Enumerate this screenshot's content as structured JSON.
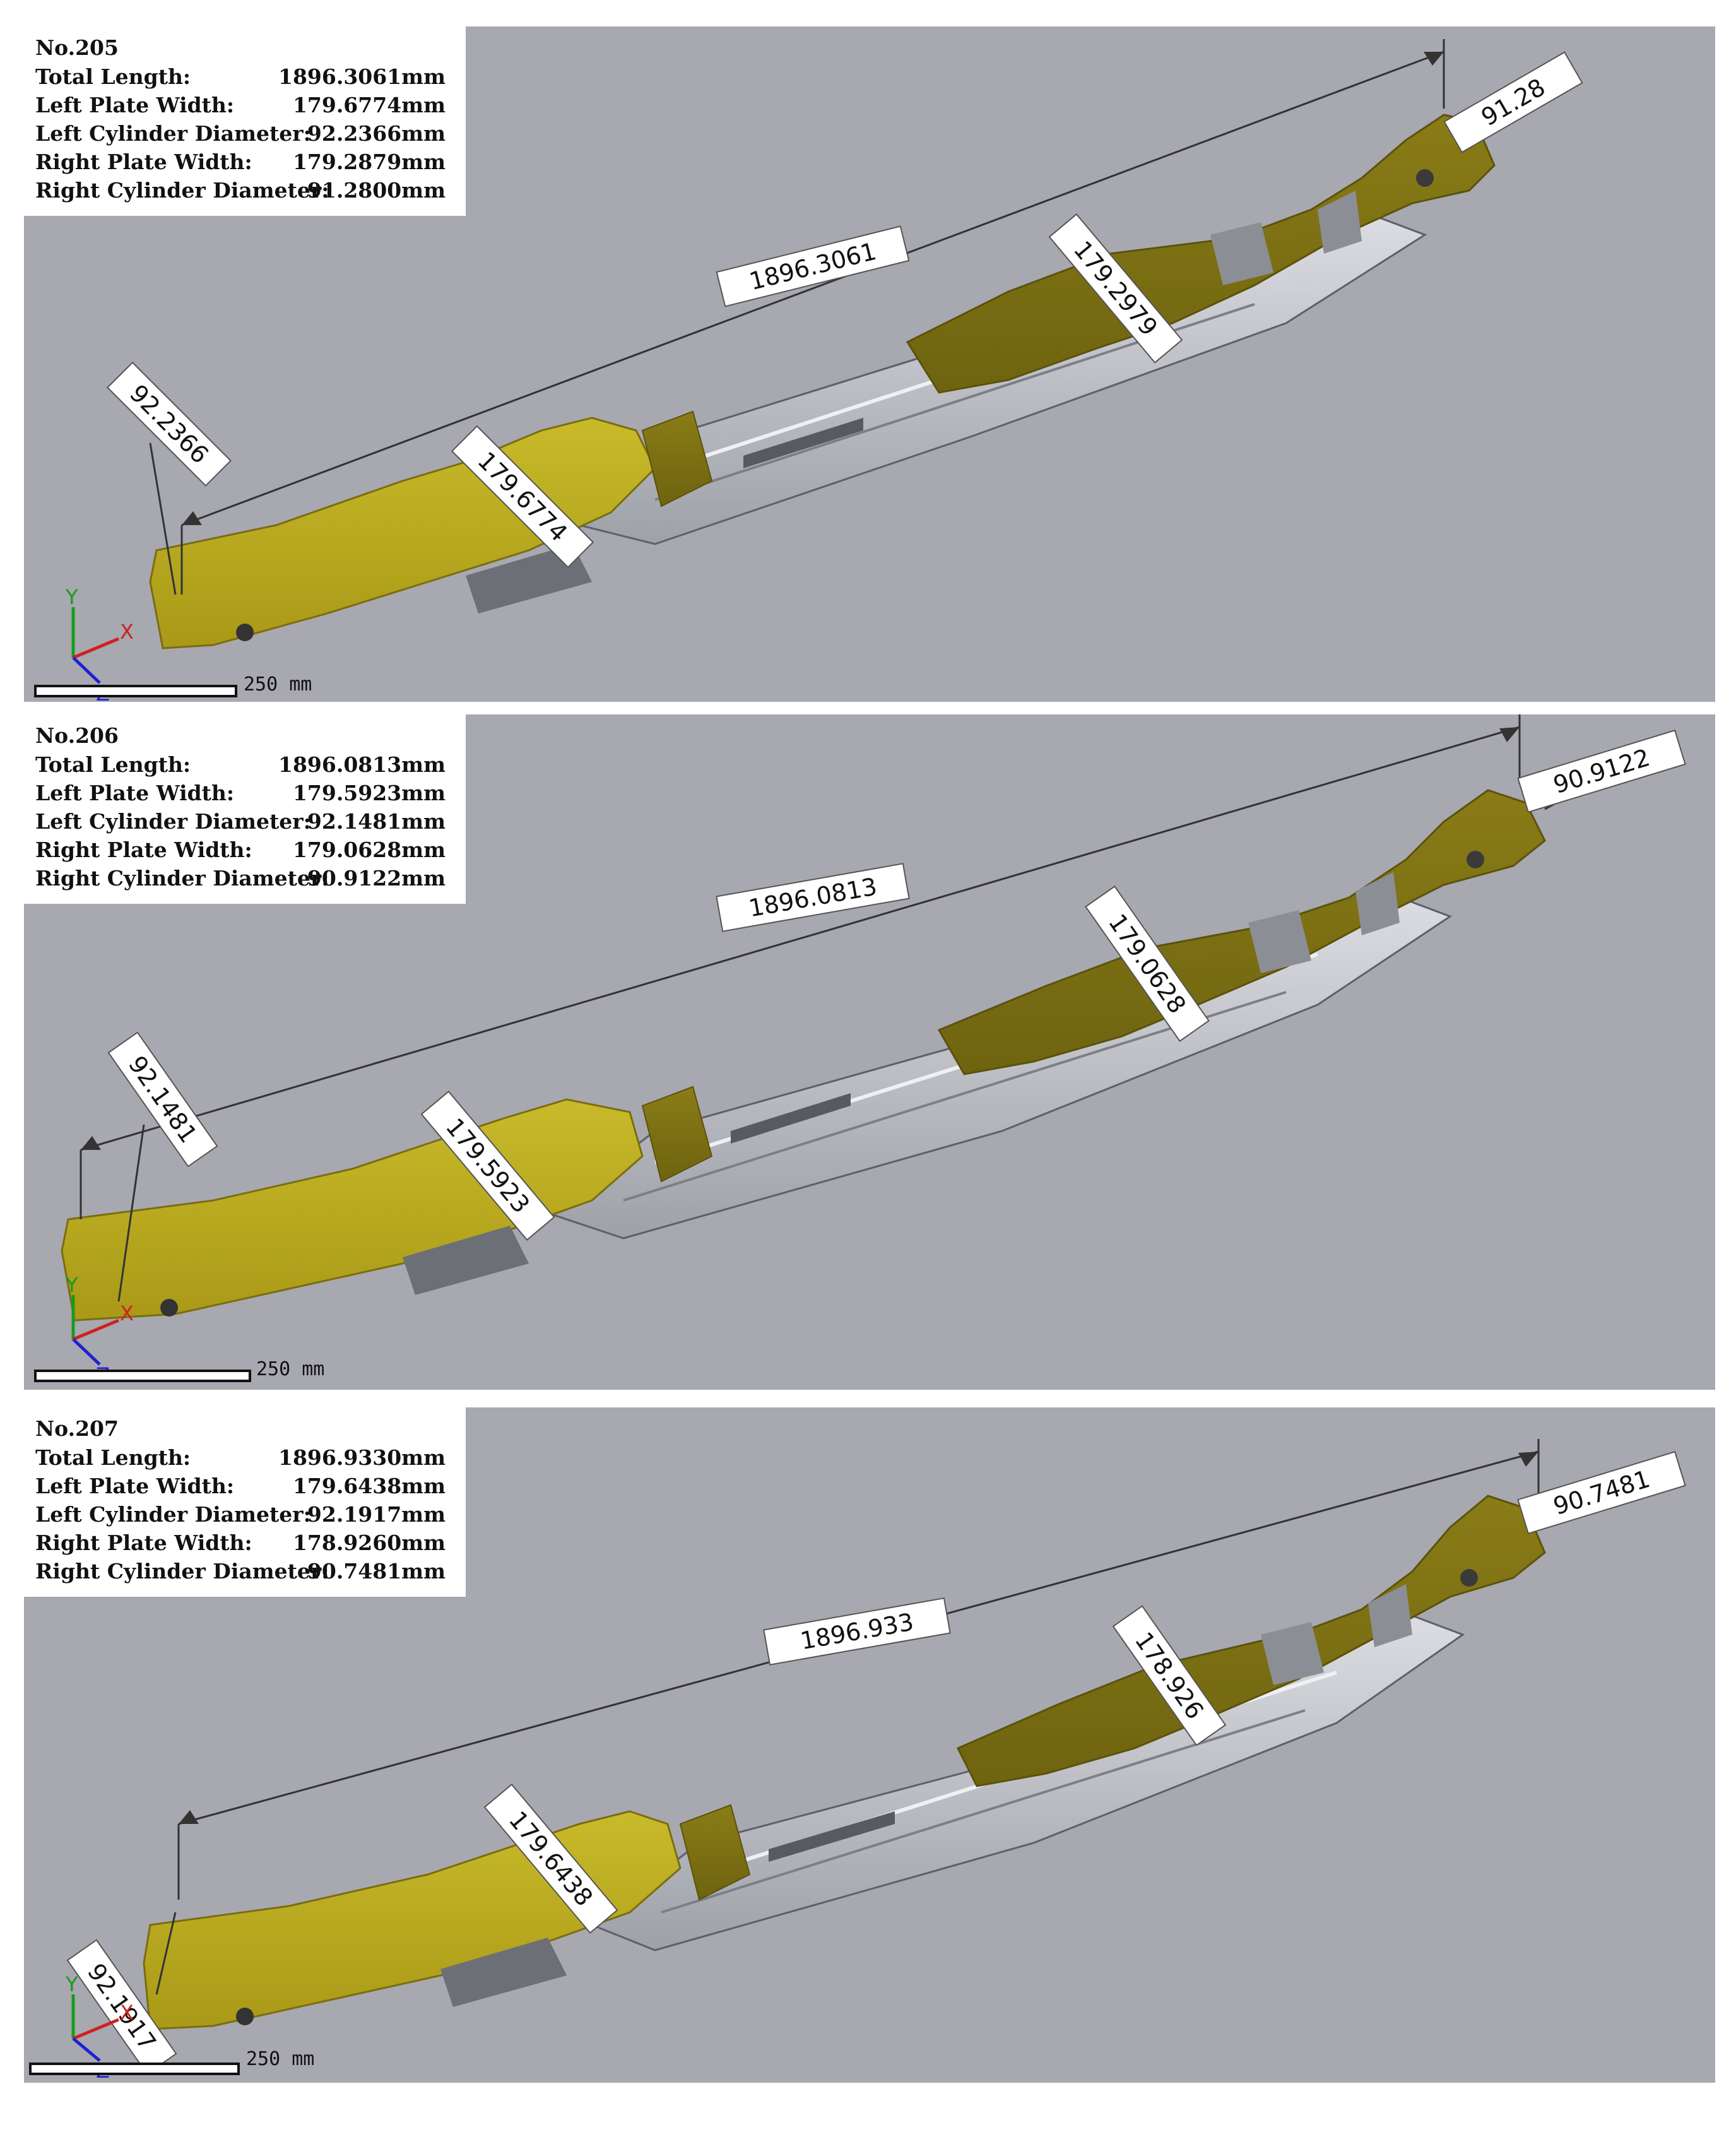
{
  "panels": [
    {
      "id": "No.205",
      "rows": [
        {
          "label": "Total Length:",
          "value": "1896.3061mm"
        },
        {
          "label": "Left Plate Width:",
          "value": "179.6774mm"
        },
        {
          "label": "Left Cylinder Diameter:",
          "value": "92.2366mm"
        },
        {
          "label": "Right Plate Width:",
          "value": "179.2879mm"
        },
        {
          "label": "Right Cylinder Diameter:",
          "value": "91.2800mm"
        }
      ],
      "tags": {
        "length": "1896.3061",
        "left_cyl": "92.2366",
        "left_plate": "179.6774",
        "right_plate": "179.2979",
        "right_cyl": "91.28"
      },
      "scale": "250  mm"
    },
    {
      "id": "No.206",
      "rows": [
        {
          "label": "Total Length:",
          "value": "1896.0813mm"
        },
        {
          "label": "Left Plate Width:",
          "value": "179.5923mm"
        },
        {
          "label": "Left Cylinder Diameter:",
          "value": "92.1481mm"
        },
        {
          "label": "Right Plate Width:",
          "value": "179.0628mm"
        },
        {
          "label": "Right Cylinder Diameter:",
          "value": "90.9122mm"
        }
      ],
      "tags": {
        "length": "1896.0813",
        "left_cyl": "92.1481",
        "left_plate": "179.5923",
        "right_plate": "179.0628",
        "right_cyl": "90.9122"
      },
      "scale": "250  mm"
    },
    {
      "id": "No.207",
      "rows": [
        {
          "label": "Total Length:",
          "value": "1896.9330mm"
        },
        {
          "label": "Left Plate Width:",
          "value": "179.6438mm"
        },
        {
          "label": "Left Cylinder Diameter:",
          "value": "92.1917mm"
        },
        {
          "label": "Right Plate Width:",
          "value": "178.9260mm"
        },
        {
          "label": "Right Cylinder Diameter:",
          "value": "90.7481mm"
        }
      ],
      "tags": {
        "length": "1896.933",
        "left_cyl": "92.1917",
        "left_plate": "179.6438",
        "right_plate": "178.926",
        "right_cyl": "90.7481"
      },
      "scale": "250  mm"
    }
  ],
  "axes": {
    "x": "X",
    "y": "Y",
    "z": "Z"
  },
  "colors": {
    "background": "#a7a8b0",
    "part_yellow": "#b3a31a",
    "part_olive": "#7c6f13",
    "metal": "#c9cad0",
    "dark_metal": "#6a6c74"
  }
}
